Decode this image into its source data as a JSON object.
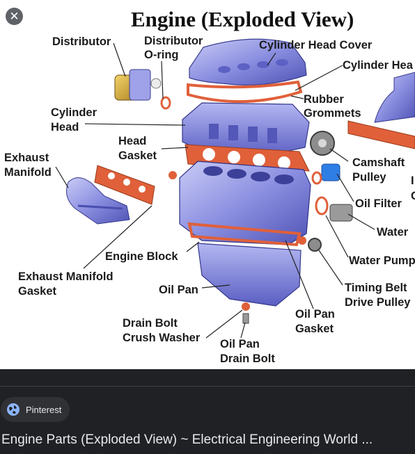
{
  "viewer": {
    "close_icon": "close-icon",
    "diagram": {
      "title": "Engine (Exploded View)",
      "labels": {
        "distributor": "Distributor",
        "distributor_oring_1": "Distributor",
        "distributor_oring_2": "O-ring",
        "cylinder_head_cover": "Cylinder Head Cover",
        "cylinder_head_gasket": "Cylinder Hea",
        "rubber_grommets_1": "Rubber",
        "rubber_grommets_2": "Grommets",
        "cylinder_head_1": "Cylinder",
        "cylinder_head_2": "Head",
        "head_gasket_1": "Head",
        "head_gasket_2": "Gasket",
        "exhaust_manifold_1": "Exhaust",
        "exhaust_manifold_2": "Manifold",
        "camshaft_pulley_1": "Camshaft",
        "camshaft_pulley_2": "Pulley",
        "oil_filter": "Oil Filter",
        "water": "Water",
        "engine_block": "Engine Block",
        "water_pump": "Water Pump",
        "exhaust_manifold_gasket_1": "Exhaust Manifold",
        "exhaust_manifold_gasket_2": "Gasket",
        "timing_belt_1": "Timing Belt",
        "timing_belt_2": "Drive Pulley",
        "oil_pan": "Oil Pan",
        "oil_pan_gasket_1": "Oil Pan",
        "oil_pan_gasket_2": "Gasket",
        "drain_bolt_washer_1": "Drain Bolt",
        "drain_bolt_washer_2": "Crush Washer",
        "oil_pan_drain_bolt_1": "Oil Pan",
        "oil_pan_drain_bolt_2": "Drain Bolt",
        "edge_fragment_1": "I",
        "edge_fragment_2": "C"
      }
    }
  },
  "source": {
    "name": "Pinterest",
    "icon": "globe-icon"
  },
  "caption": "Engine Parts (Exploded View) ~ Electrical Engineering World ...",
  "colors": {
    "part_blue": "#8b8fe0",
    "gasket": "#e0603a",
    "dark_bg": "#202124"
  }
}
